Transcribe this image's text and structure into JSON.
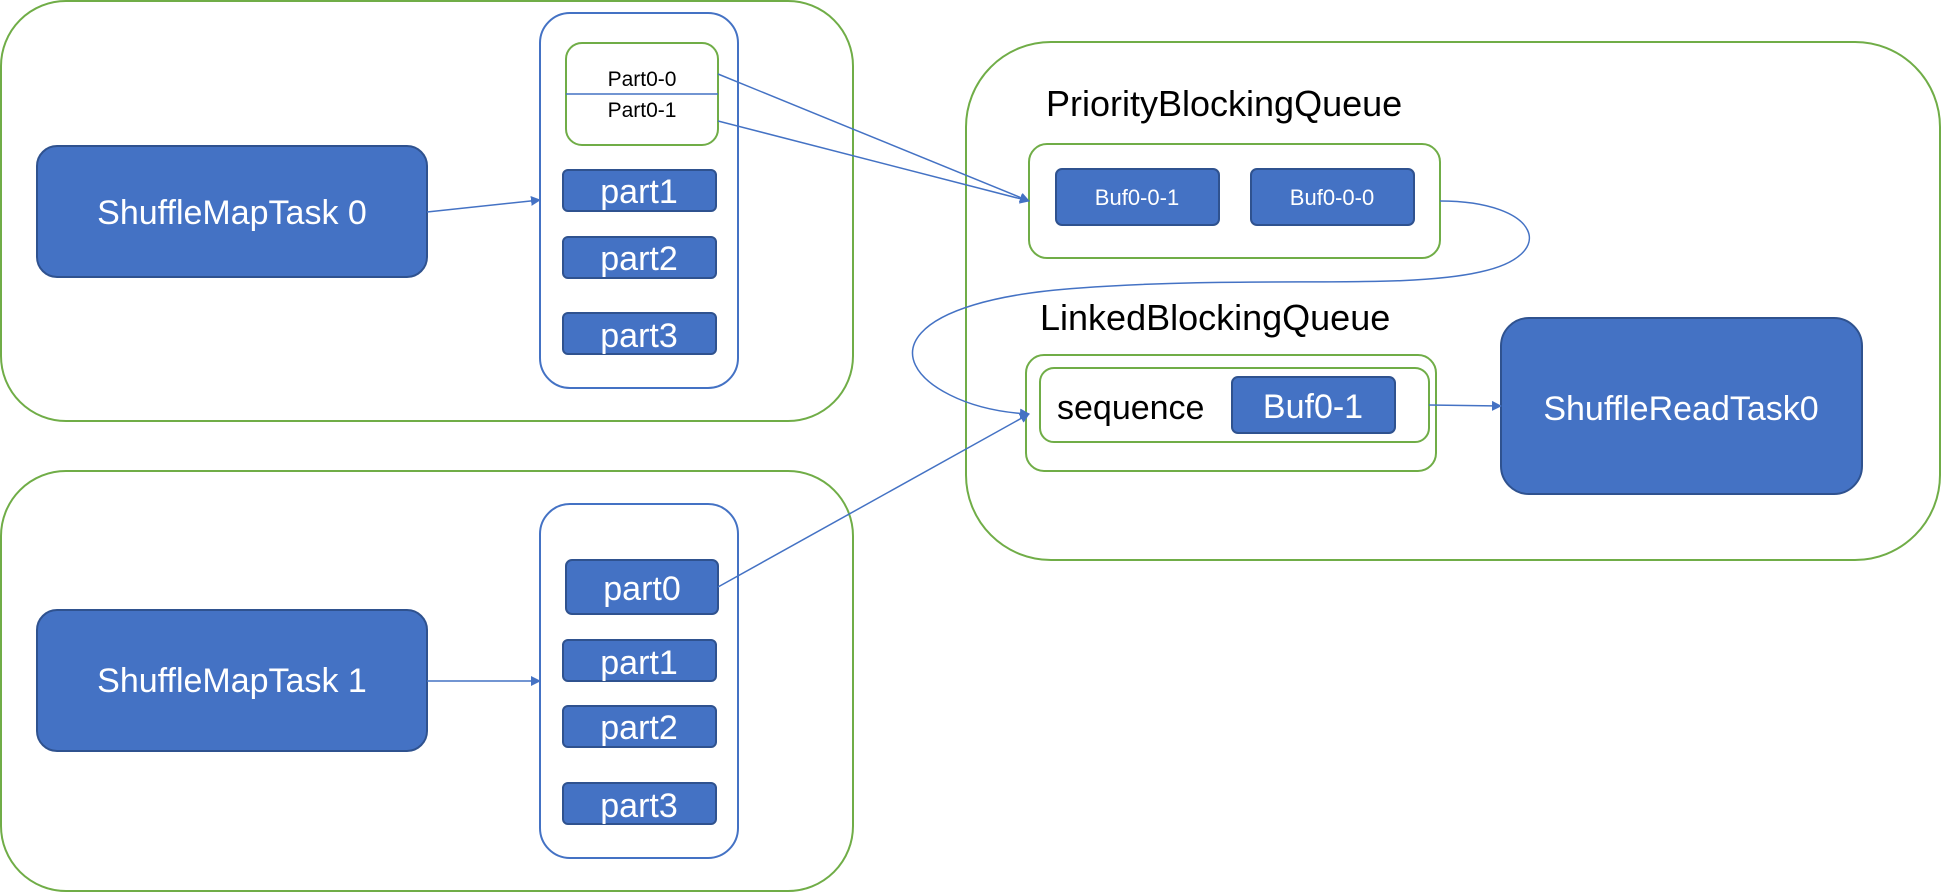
{
  "colors": {
    "group_border": "#70AD47",
    "task_fill": "#4472C4",
    "task_border": "#2F528F",
    "arrow": "#4472C4",
    "background": "#FFFFFF"
  },
  "map_task_0": {
    "label": "ShuffleMapTask 0",
    "split_partition": {
      "top": "Part0-0",
      "bottom": "Part0-1"
    },
    "partitions": [
      "part1",
      "part2",
      "part3"
    ]
  },
  "map_task_1": {
    "label": "ShuffleMapTask 1",
    "partitions": [
      "part0",
      "part1",
      "part2",
      "part3"
    ]
  },
  "priority_queue": {
    "title": "PriorityBlockingQueue",
    "buffers": [
      "Buf0-0-1",
      "Buf0-0-0"
    ]
  },
  "linked_queue": {
    "title": "LinkedBlockingQueue",
    "sequence_label": "sequence",
    "buffer": "Buf0-1"
  },
  "read_task": {
    "label": "ShuffleReadTask0"
  }
}
